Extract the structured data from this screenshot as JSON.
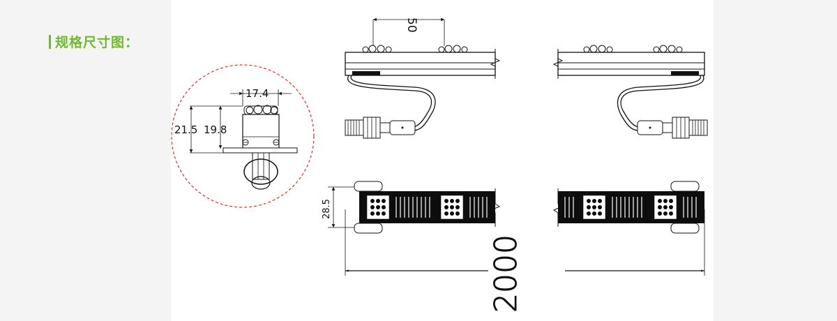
{
  "section": {
    "title": "规格尺寸图："
  },
  "dims": {
    "width": "17.4",
    "total_height": "21.5",
    "body_height": "19.8",
    "pitch": "50",
    "top_width": "28.5",
    "length": "2000"
  },
  "colors": {
    "accent": "#6fb92c",
    "circle": "#e03030",
    "line": "#111111"
  }
}
